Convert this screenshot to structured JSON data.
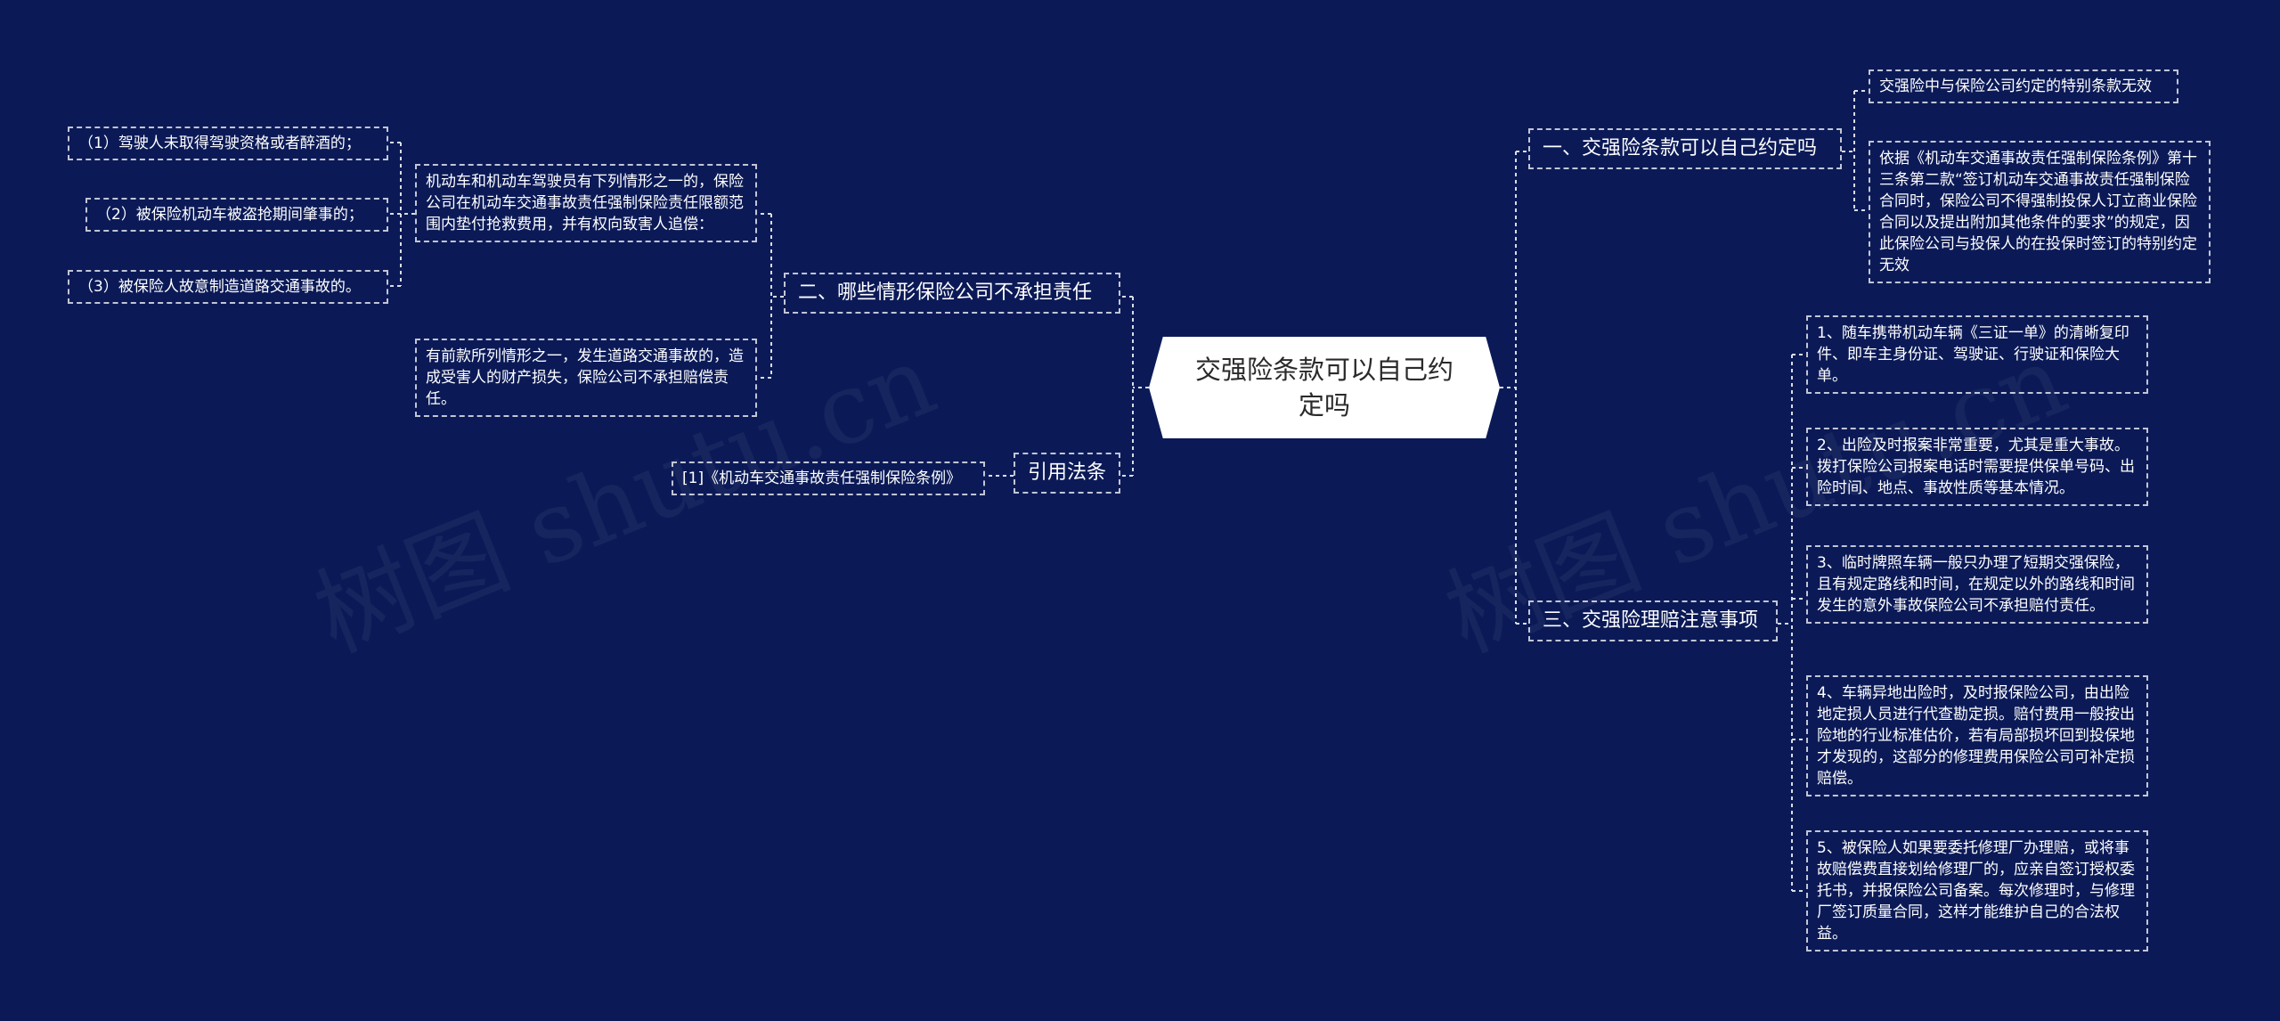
{
  "watermark": "树图 shutu.cn",
  "center": {
    "title": "交强险条款可以自己约定吗"
  },
  "branch_left_1": {
    "title": "二、哪些情形保险公司不承担责任",
    "detail_a": "机动车和机动车驾驶员有下列情形之一的，保险公司在机动车交通事故责任强制保险责任限额范围内垫付抢救费用，并有权向致害人追偿：",
    "items": [
      "（1）驾驶人未取得驾驶资格或者醉酒的；",
      "（2）被保险机动车被盗抢期间肇事的；",
      "（3）被保险人故意制造道路交通事故的。"
    ],
    "detail_b": "有前款所列情形之一，发生道路交通事故的，造成受害人的财产损失，保险公司不承担赔偿责任。"
  },
  "branch_left_2": {
    "title": "引用法条",
    "ref": "[1]《机动车交通事故责任强制保险条例》"
  },
  "branch_right_1": {
    "title": "一、交强险条款可以自己约定吗",
    "item_a": "交强险中与保险公司约定的特别条款无效",
    "item_b": "依据《机动车交通事故责任强制保险条例》第十三条第二款“签订机动车交通事故责任强制保险合同时，保险公司不得强制投保人订立商业保险合同以及提出附加其他条件的要求”的规定，因此保险公司与投保人的在投保时签订的特别约定无效"
  },
  "branch_right_2": {
    "title": "三、交强险理赔注意事项",
    "items": [
      "1、随车携带机动车辆《三证一单》的清晰复印件、即车主身份证、驾驶证、行驶证和保险大单。",
      "2、出险及时报案非常重要，尤其是重大事故。拨打保险公司报案电话时需要提供保单号码、出险时间、地点、事故性质等基本情况。",
      "3、临时牌照车辆一般只办理了短期交强保险，且有规定路线和时间，在规定以外的路线和时间发生的意外事故保险公司不承担赔付责任。",
      "4、车辆异地出险时，及时报保险公司，由出险地定损人员进行代查勘定损。赔付费用一般按出险地的行业标准估价，若有局部损坏回到投保地才发现的，这部分的修理费用保险公司可补定损赔偿。",
      "5、被保险人如果要委托修理厂办理赔，或将事故赔偿费直接划给修理厂的，应亲自签订授权委托书，并报保险公司备案。每次修理时，与修理厂签订质量合同，这样才能维护自己的合法权益。"
    ]
  },
  "colors": {
    "background": "#0b1a57",
    "line": "#ffffff",
    "center_fill": "#ffffff"
  }
}
